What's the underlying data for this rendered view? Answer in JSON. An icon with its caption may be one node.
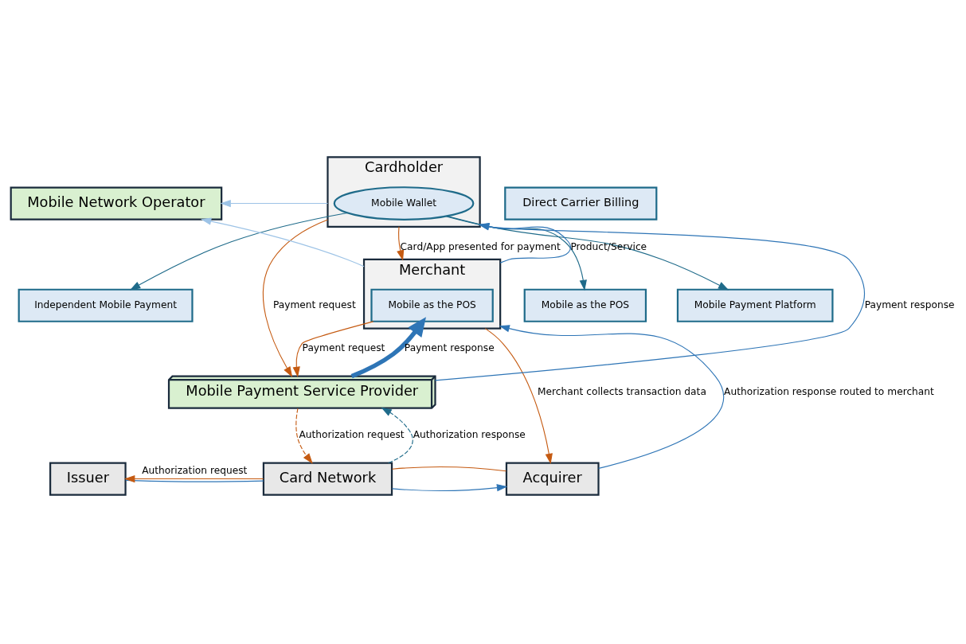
{
  "diagram": {
    "nodes": [
      {
        "text": [
          "Mobile Network Operator"
        ]
      },
      {
        "text": [
          "Direct Carrier Billing"
        ]
      },
      {
        "text": [
          "Cardholder"
        ]
      },
      {
        "text": [
          "Mobile Wallet"
        ],
        "in": 2
      },
      {
        "text": [
          "Merchant"
        ]
      },
      {
        "text": [
          "Mobile as the POS"
        ],
        "in": 4
      },
      {
        "text": [
          "Mobile as the POS"
        ]
      },
      {
        "text": [
          "Mobile Payment Platform"
        ]
      },
      {
        "text": [
          "Independent Mobile Payment"
        ]
      },
      {
        "text": [
          "Mobile Payment Service Provider"
        ]
      },
      {
        "text": [
          "Issuer"
        ]
      },
      {
        "text": [
          "Card Network"
        ]
      },
      {
        "text": [
          "Acquirer"
        ]
      }
    ],
    "edges": [
      {
        "from": 2,
        "to": 0,
        "arrow": "to",
        "color": "#9dc3e6"
      },
      {
        "from": 4,
        "to": 0,
        "arrow": "to",
        "color": "#9dc3e6"
      },
      {
        "from": 2,
        "to": 4,
        "arrow": "to",
        "label": "Card/App presented for payment",
        "color": "#c55a11"
      },
      {
        "from": 4,
        "to": 2,
        "arrow": "to",
        "label": "Product/Service",
        "color": "#2e75b6"
      },
      {
        "from": 3,
        "to": 6,
        "arrow": "to",
        "color": "#1f6b8a"
      },
      {
        "from": 3,
        "to": 7,
        "arrow": "to",
        "color": "#1f6b8a"
      },
      {
        "from": 3,
        "to": 8,
        "arrow": "to",
        "color": "#1f6b8a"
      },
      {
        "from": 2,
        "to": 9,
        "arrow": "to",
        "label": "Payment request",
        "color": "#c55a11"
      },
      {
        "from": 9,
        "to": 2,
        "arrow": "to",
        "label": "Payment response",
        "color": "#2e75b6"
      },
      {
        "from": 9,
        "to": 5,
        "arrow": "to",
        "label": "Payment response",
        "style": "thick",
        "color": "#2e75b6"
      },
      {
        "from": 5,
        "to": 9,
        "arrow": "to",
        "label": "Payment request",
        "color": "#c55a11"
      },
      {
        "from": 4,
        "to": 12,
        "arrow": "to",
        "label": "Merchant collects transaction data",
        "color": "#c55a11"
      },
      {
        "from": 12,
        "to": 4,
        "arrow": "to",
        "label": "Authorization response routed to merchant",
        "color": "#2e75b6"
      },
      {
        "from": 9,
        "to": 11,
        "arrow": "to",
        "label": "Authorization request",
        "style": "dashed",
        "color": "#c55a11"
      },
      {
        "from": 11,
        "to": 9,
        "arrow": "to",
        "label": "Authorization response",
        "style": "dashed",
        "color": "#1f6b8a"
      },
      {
        "from": 10,
        "to": 11,
        "arrow": "none",
        "color": "#2e75b6"
      },
      {
        "from": 11,
        "to": 12,
        "arrow": "to",
        "color": "#2e75b6"
      },
      {
        "from": 12,
        "to": 11,
        "arrow": "none",
        "color": "#c55a11"
      },
      {
        "from": 11,
        "to": 10,
        "arrow": "to",
        "label": "Authorization request",
        "color": "#c55a11"
      }
    ]
  }
}
